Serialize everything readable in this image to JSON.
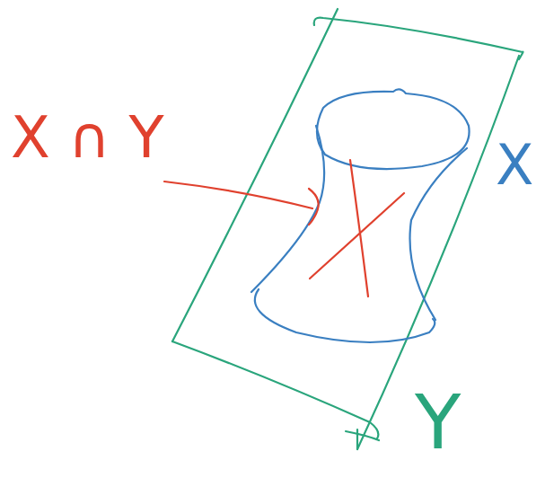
{
  "diagram": {
    "labels": [
      "X ∩ Y",
      "X",
      "Y"
    ]
  }
}
